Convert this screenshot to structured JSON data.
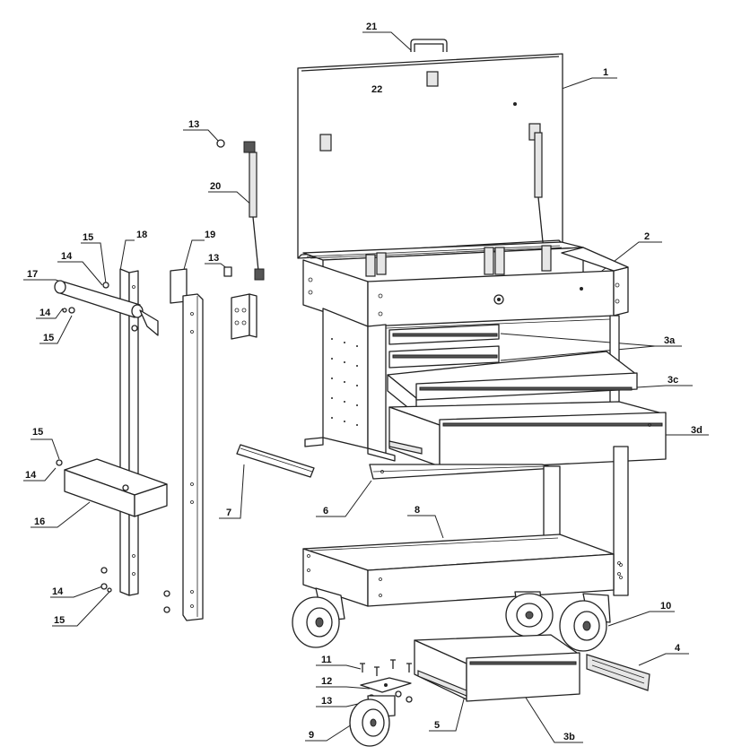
{
  "labels": {
    "l1": "1",
    "l2": "2",
    "l3a": "3a",
    "l3b": "3b",
    "l3c": "3c",
    "l3d": "3d",
    "l4": "4",
    "l5": "5",
    "l6": "6",
    "l7": "7",
    "l8": "8",
    "l9": "9",
    "l10": "10",
    "l11": "11",
    "l12": "12",
    "l13a": "13",
    "l13b": "13",
    "l13c": "13",
    "l14a": "14",
    "l14b": "14",
    "l14c": "14",
    "l14d": "14",
    "l15a": "15",
    "l15b": "15",
    "l15c": "15",
    "l15d": "15",
    "l16": "16",
    "l17": "17",
    "l18": "18",
    "l19": "19",
    "l20": "20",
    "l21": "21",
    "l22": "22"
  }
}
